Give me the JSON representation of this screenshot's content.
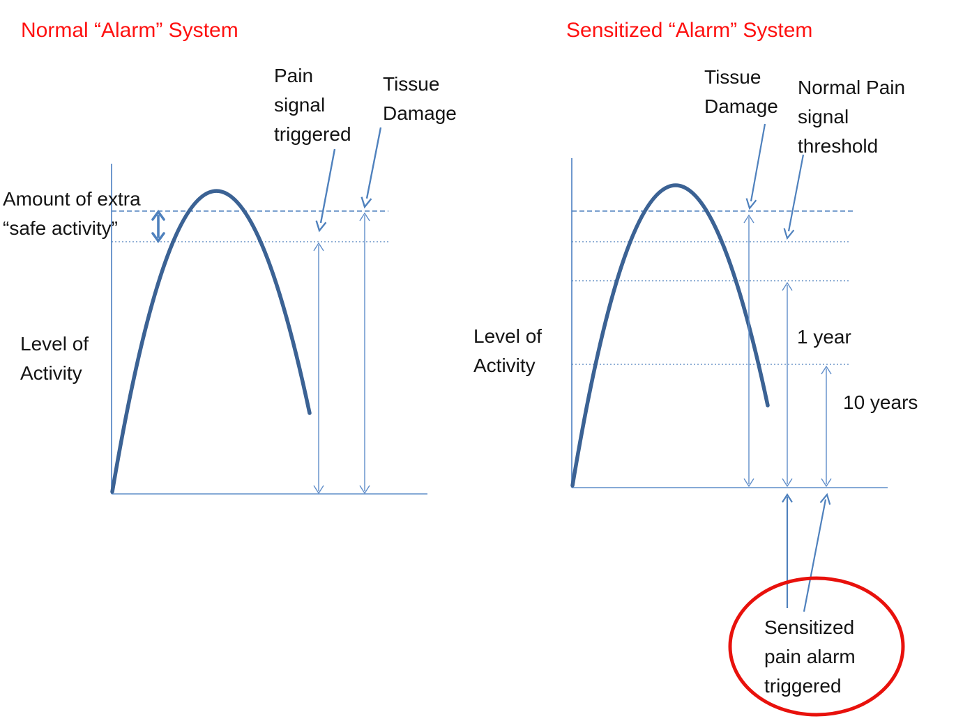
{
  "colors": {
    "title_red": "#fe1110",
    "ellipse_red": "#e8110c",
    "curve_blue": "#3b6294",
    "thin_line_blue": "#5f8dc9",
    "dash_blue": "#4f81bd",
    "text_black": "#141414"
  },
  "left_panel": {
    "title": "Normal “Alarm” System",
    "labels": {
      "pain_signal": "Pain\nsignal\ntriggered",
      "tissue_damage": "Tissue\nDamage",
      "safe_activity": "Amount of extra\n“safe activity”",
      "level_of_activity": "Level of\nActivity"
    }
  },
  "right_panel": {
    "title": "Sensitized “Alarm” System",
    "labels": {
      "tissue_damage": "Tissue\nDamage",
      "normal_pain_threshold": "Normal Pain\nsignal\nthreshold",
      "level_of_activity": "Level of\nActivity",
      "one_year": "1 year",
      "ten_years": "10 years",
      "sensitized_alarm": "Sensitized\npain alarm\ntriggered"
    }
  }
}
